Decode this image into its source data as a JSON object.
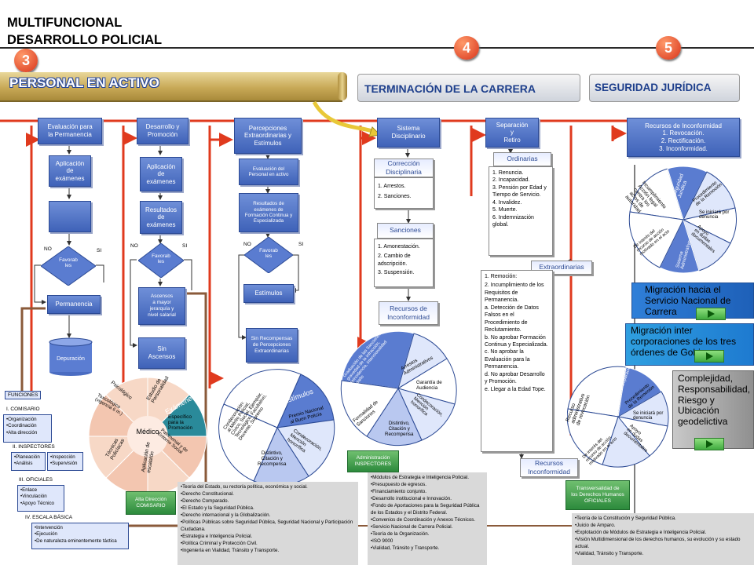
{
  "title": {
    "line1": "MULTIFUNCIONAL",
    "line2": "DESARROLLO POLICIAL"
  },
  "badges": {
    "b3": "3",
    "b4": "4",
    "b5": "5"
  },
  "banners": {
    "activo": "PERSONAL EN ACTIVO",
    "terminacion": "TERMINACIÓN DE LA CARRERA",
    "seguridad": "SEGURIDAD JURÍDICA"
  },
  "col1": {
    "header": "Evaluación para\nla Permanencia",
    "aplicacion": "Aplicación\nde\nexámenes",
    "blank": "",
    "decision": "Favorab\nles",
    "no": "NO",
    "si": "SI",
    "permanencia": "Permanencia",
    "depuracion": "Depuración"
  },
  "col2": {
    "header": "Desarrollo y\nPromoción",
    "aplicacion": "Aplicación\nde\nexámenes",
    "resultados": "Resultados\nde\nexámenes",
    "decision": "Favorab\nles",
    "no": "NO",
    "si": "SI",
    "ascensos": "Ascensos\na mayor\njerarquía y\nnivel salarial",
    "sin": "Sin\nAscensos"
  },
  "col3": {
    "header": "Percepciones\nExtraordinarias y\nEstímulos",
    "evaluacion": "Evaluación del\nPersonal en activo",
    "resultados": "Resultados de\nexámenes de\nFormación Continua y\nEspecializada",
    "decision": "Favorab\nles",
    "no": "NO",
    "si": "SI",
    "estimulos": "Estímulos",
    "sin": "Sin Recompensas\nde Percepciones\nExtraordinarias"
  },
  "col4": {
    "header": "Sistema\nDisciplinario",
    "correccion": "Corrección\nDisciplinaria",
    "correccion_items": [
      "1. Arrestos.",
      "2. Sanciones."
    ],
    "sanciones": "Sanciones",
    "sanciones_items": [
      "1. Amonestación.",
      "2. Cambio de adscripción.",
      "3. Suspensión."
    ],
    "recursos": "Recursos de\nInconformidad"
  },
  "col5": {
    "header": "Separación\ny\nRetiro",
    "ordinarias": "Ordinarias",
    "ordinarias_items": [
      "1. Renuncia.",
      "2. Incapacidad.",
      "3. Pensión por Edad y Tiempo de Servicio.",
      "4. Invalidez.",
      "5. Muerte.",
      "6. Indemnización global."
    ],
    "extraordinarias": "Extraordinarias",
    "extra_items": [
      "1. Remoción:",
      "2. Incumplimiento de los Requisitos de Permanencia.",
      "a. Detección de Datos Falsos en el Procedimiento de Reclutamiento.",
      "b. No aprobar Formación Continua y Especializada.",
      "c. No aprobar la Evaluación para la Permanencia.",
      "d. No aprobar Desarrollo y Promoción.",
      "e. Llegar a la Edad Tope."
    ],
    "recursos": "Recursos\nInconformidad"
  },
  "col6": {
    "header": "Recursos de Inconformidad\n1. Revocación.\n2. Rectificación.\n3. Inconformidad."
  },
  "wheels": {
    "medico": {
      "center": "Médico",
      "segments": [
        "Estudio de\nPersonalidad",
        "Exámenes",
        "Específico\npara la\nPromoción",
        "Patrimonial y de\nEntorno Social",
        "Aplicación de\nescalafón",
        "Técnicas\nPolicíacas",
        "Toxicológico\n(vigencia 6 m.)",
        "Psicológico"
      ]
    },
    "estimulos": {
      "center": "Estímulos",
      "segments": [
        "Condecoración:\nal Mérito Policial,\nCívico, Social, Ejemplar,\nTecnológico, Facultativo,\nDocente, Supremo",
        "Premio Nacional\nal Buen Policía",
        "Condecoración,\nMención\nhonorífica",
        "Distintivo,\nCitación y\nRecompensa"
      ]
    },
    "disciplina": {
      "segments": [
        "Graduación de las Sanciones:\ngravedad de la infracción,\nreincidencia, intencionalidad\ny daño",
        "Arrestos\nAdministrativos",
        "Garantía de\nAudiencia",
        "Condecoración,\nMención\nhonorífica",
        "Distintivo,\nCitación y\nRecompensa",
        "Formalidad de\nSanciones"
      ]
    },
    "juridica": {
      "segments": [
        "Incumplimiento\nAcción legal\ncontra los\nactos de\nautoridad",
        "Seguridad\nJurídica",
        "Procedimiento\nde la Remoción",
        "Se iniciará por\ndenuncia",
        "Apoyo\nen dudas\ndocumentales",
        "Sistema\nAdministrativo",
        "De interés del\nrecurso de acción\nmotivado en el acto"
      ]
    },
    "revocacion": {
      "segments": [
        "Recurso\nadministrativo\nde revocación",
        "Procedimiento\nde la Separación",
        "Procedimiento\nde la Remoción",
        "Se iniciará por\ndenuncia",
        "Apoyo\nen dudas\ndocumentales",
        "De interés del\nrecurso de acción\nmotivado en el acto"
      ]
    }
  },
  "side": {
    "migracion1": "Migración hacia el Servicio Nacional de Carrera",
    "migracion2": "Migración inter corporaciones de los tres órdenes de Gobierno",
    "complejidad": "Complejidad, Responsabilidad, Riesgo y Ubicación geodelictiva"
  },
  "funciones": {
    "title": "FUNCIONES",
    "i": {
      "label": "I. COMISARIO",
      "items": [
        "Organización",
        "Coordinación",
        "Alta dirección"
      ]
    },
    "ii": {
      "label": "II. INSPECTORES",
      "left": [
        "Planeación",
        "Análisis"
      ],
      "right": [
        "Inspección",
        "Supervisión"
      ]
    },
    "iii": {
      "label": "III. OFICIALES",
      "items": [
        "Enlace",
        "Vinculación",
        "Apoyo Técnico"
      ]
    },
    "iv": {
      "label": "IV. ESCALA BÁSICA",
      "items": [
        "Intervención",
        "Ejecución",
        "De naturaleza eminentemente táctica"
      ]
    }
  },
  "green_labels": {
    "alta": "Alta Dirección\nCOMISARIO",
    "admin": "Administración\nINSPECTORES",
    "transversal": "Transversalidad de\nlos Derechos Humanos\nOFICIALES"
  },
  "grey1": [
    "Teoría del Estado, su rectoría política, económica y social.",
    "Derecho Constitucional.",
    "Derecho Comparado.",
    "El Estado y la Seguridad Pública.",
    "Derecho internacional y la Globalización.",
    "Políticas Públicas sobre Seguridad Pública, Seguridad Nacional y Participación Ciudadana.",
    "Estrategia e Inteligencia Policial.",
    "Política Criminal y Protección Civil.",
    "Ingeniería en Vialidad, Tránsito y Transporte."
  ],
  "grey2": [
    "Módulos de Estrategia e Inteligencia Policial.",
    "Presupuesto de egresos.",
    "Financiamiento conjunto.",
    "Desarrollo institucional e Innovación.",
    "Fondo de Aportaciones para la Seguridad Pública de los Estados y el Distrito Federal.",
    "Convenios de Coordinación y Anexos Técnicos.",
    "Servicio Nacional de Carrera Policial.",
    "Teoría de la Organización.",
    "ISO 9000",
    "Vialidad, Tránsito y Transporte."
  ],
  "grey3": [
    "Teoría de la Constitución y Seguridad Pública.",
    "Juicio de Amparo.",
    "Explotación de Módulos de Estrategia e Inteligencia Policial.",
    "Visión Multidimensional de los derechos humanos, su evolución y su estado actual.",
    "Vialidad, Tránsito y Transporte."
  ]
}
